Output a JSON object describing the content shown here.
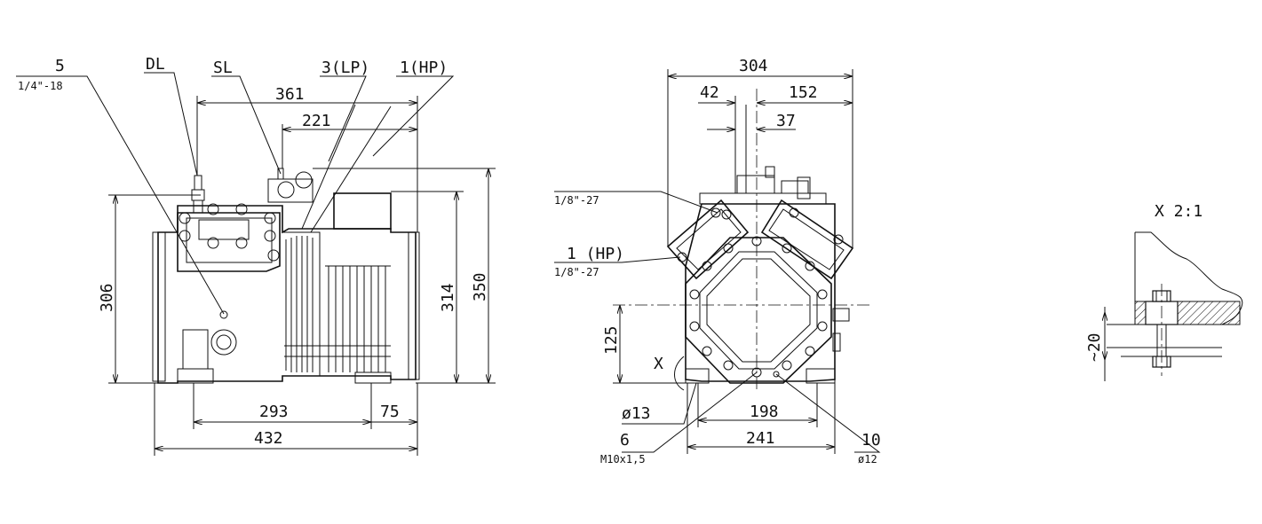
{
  "side_view": {
    "labels": {
      "port5": "5",
      "port5_thread": "1/4\"-18",
      "dl": "DL",
      "sl": "SL",
      "lp": "3(LP)",
      "hp": "1(HP)"
    },
    "dims": {
      "top_length": "361",
      "top_inner": "221",
      "height_left": "306",
      "height_mid": "314",
      "height_total": "350",
      "base_feet": "293",
      "base_right": "75",
      "total_length": "432"
    }
  },
  "front_view": {
    "labels": {
      "port_top": "1/8\"-27",
      "hp": "1 (HP)",
      "hp_thread": "1/8\"-27",
      "x_marker": "X",
      "port6": "6",
      "port6_thread": "M10x1,5",
      "port10": "10",
      "port10_dia": "ø12",
      "hole_dia": "ø13"
    },
    "dims": {
      "width_total": "304",
      "offset_left": "42",
      "offset_right": "152",
      "offset_small": "37",
      "shaft_height": "125",
      "feet_inner": "198",
      "feet_outer": "241"
    }
  },
  "detail_view": {
    "title": "X 2:1",
    "dim": "~20"
  }
}
